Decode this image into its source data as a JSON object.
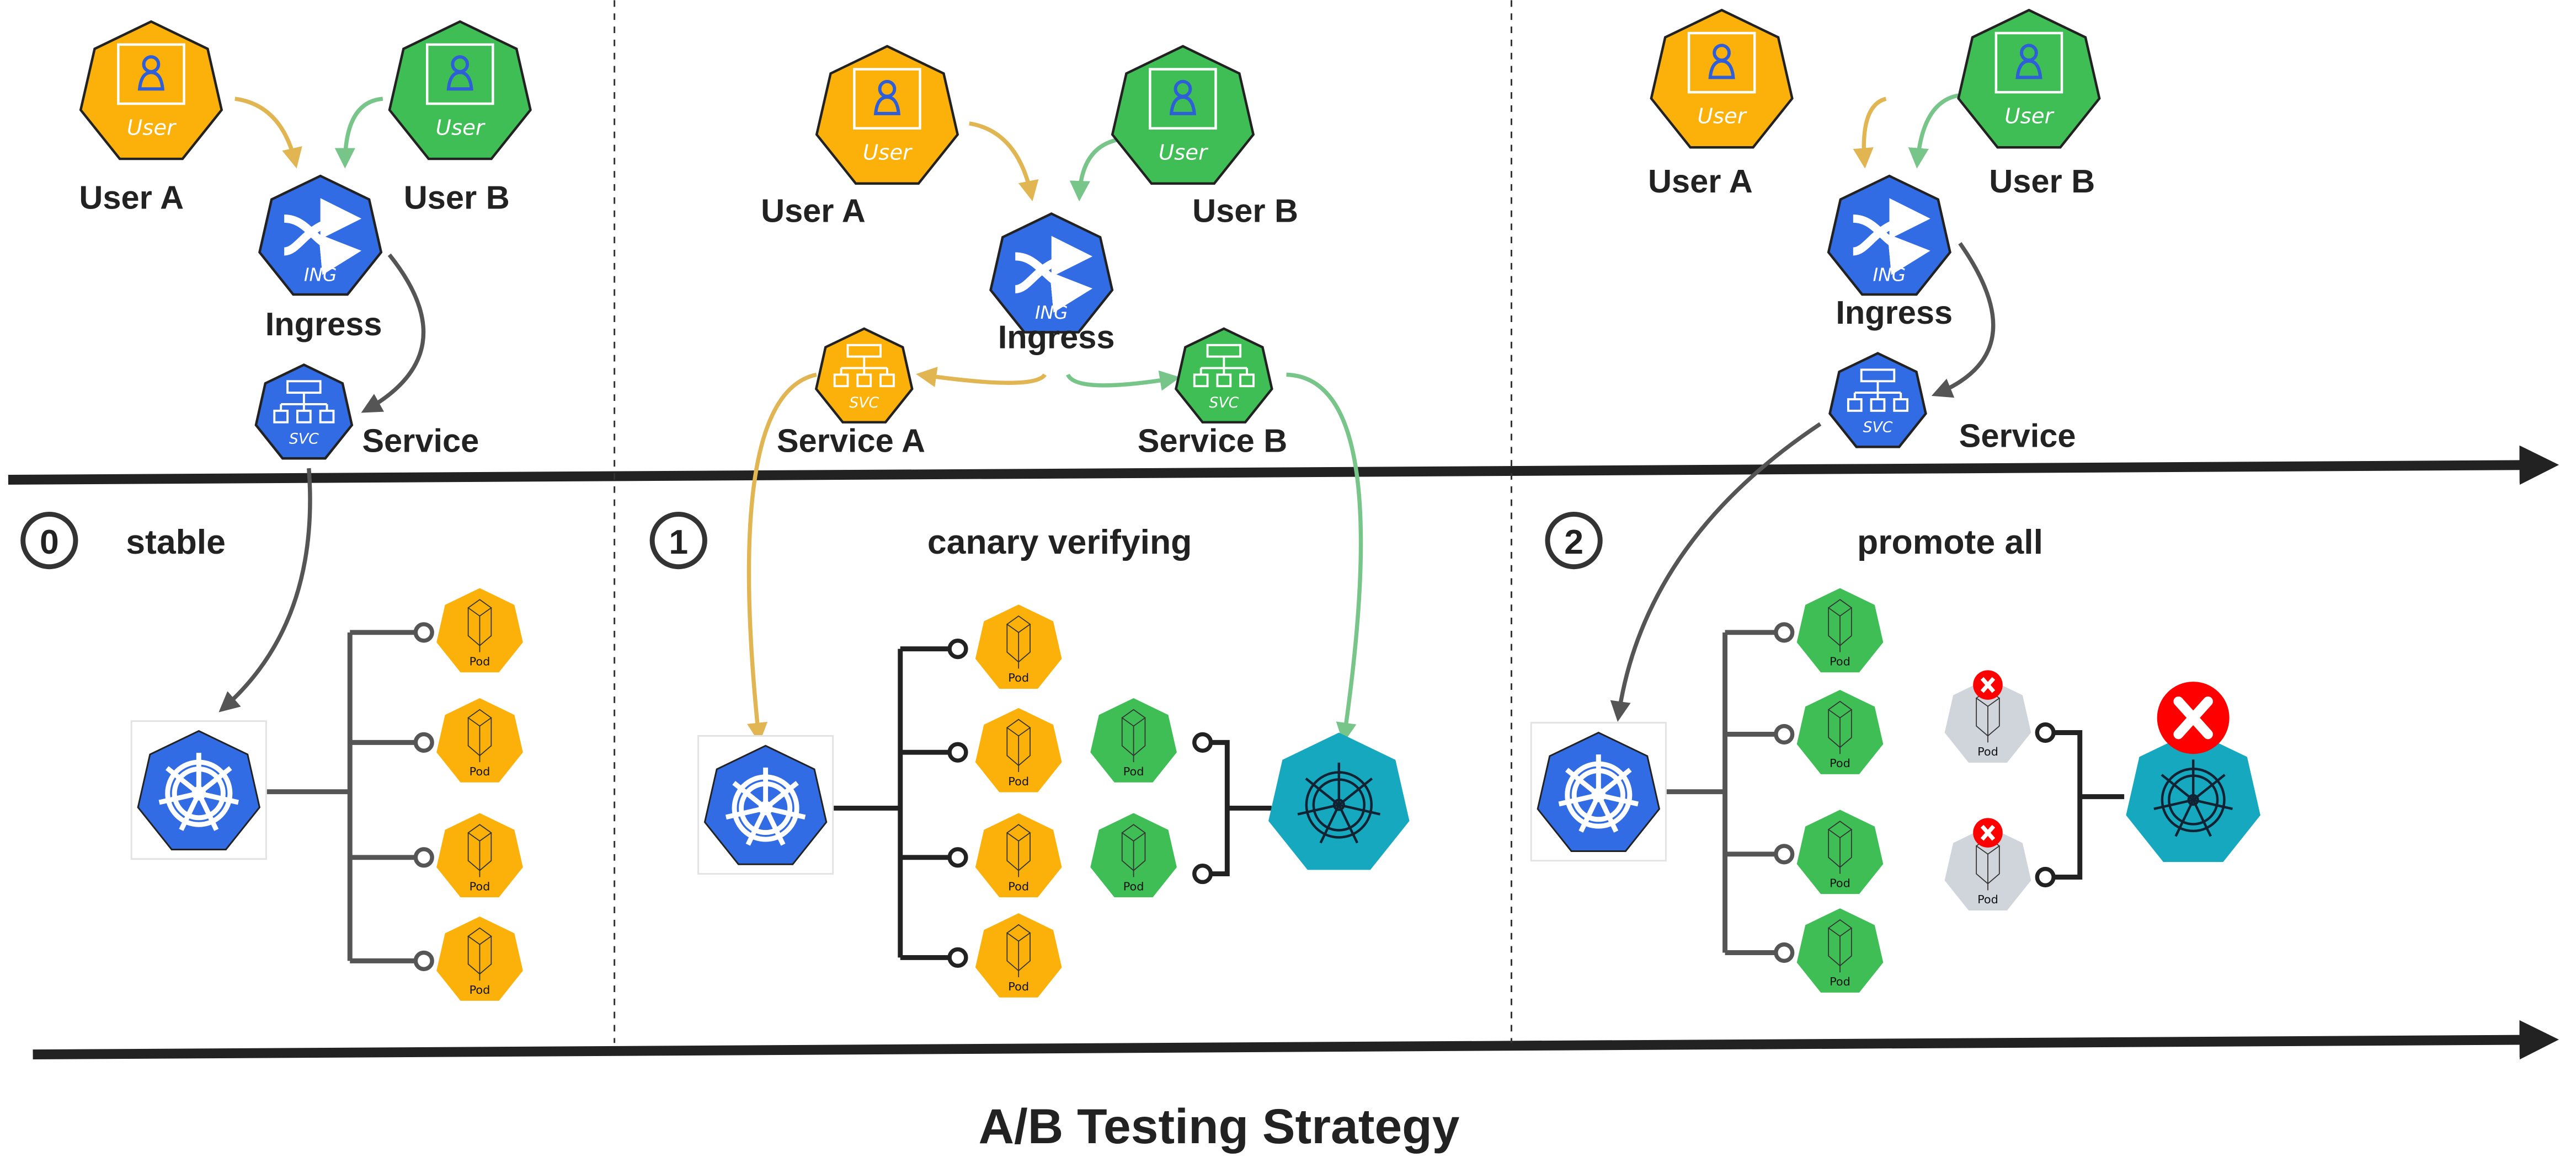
{
  "title": "A/B Testing Strategy",
  "icons": {
    "user": "User",
    "ingress": "ING",
    "service": "SVC",
    "pod": "Pod"
  },
  "colors": {
    "user_a": "#FBB10A",
    "user_b": "#3FBE55",
    "kubernetes": "#326CE5",
    "canary_cluster": "#15A8BE",
    "terminated_pod": "#D0D4DB",
    "error": "#FF0000",
    "line": "#555555"
  },
  "stages": [
    {
      "number": "0",
      "label": "stable",
      "user_a": "User A",
      "user_b": "User B",
      "ingress": "Ingress",
      "service": "Service"
    },
    {
      "number": "1",
      "label": "canary verifying",
      "user_a": "User A",
      "user_b": "User B",
      "ingress": "Ingress",
      "service_a": "Service A",
      "service_b": "Service B"
    },
    {
      "number": "2",
      "label": "promote all",
      "user_a": "User A",
      "user_b": "User B",
      "ingress": "Ingress",
      "service": "Service"
    }
  ]
}
